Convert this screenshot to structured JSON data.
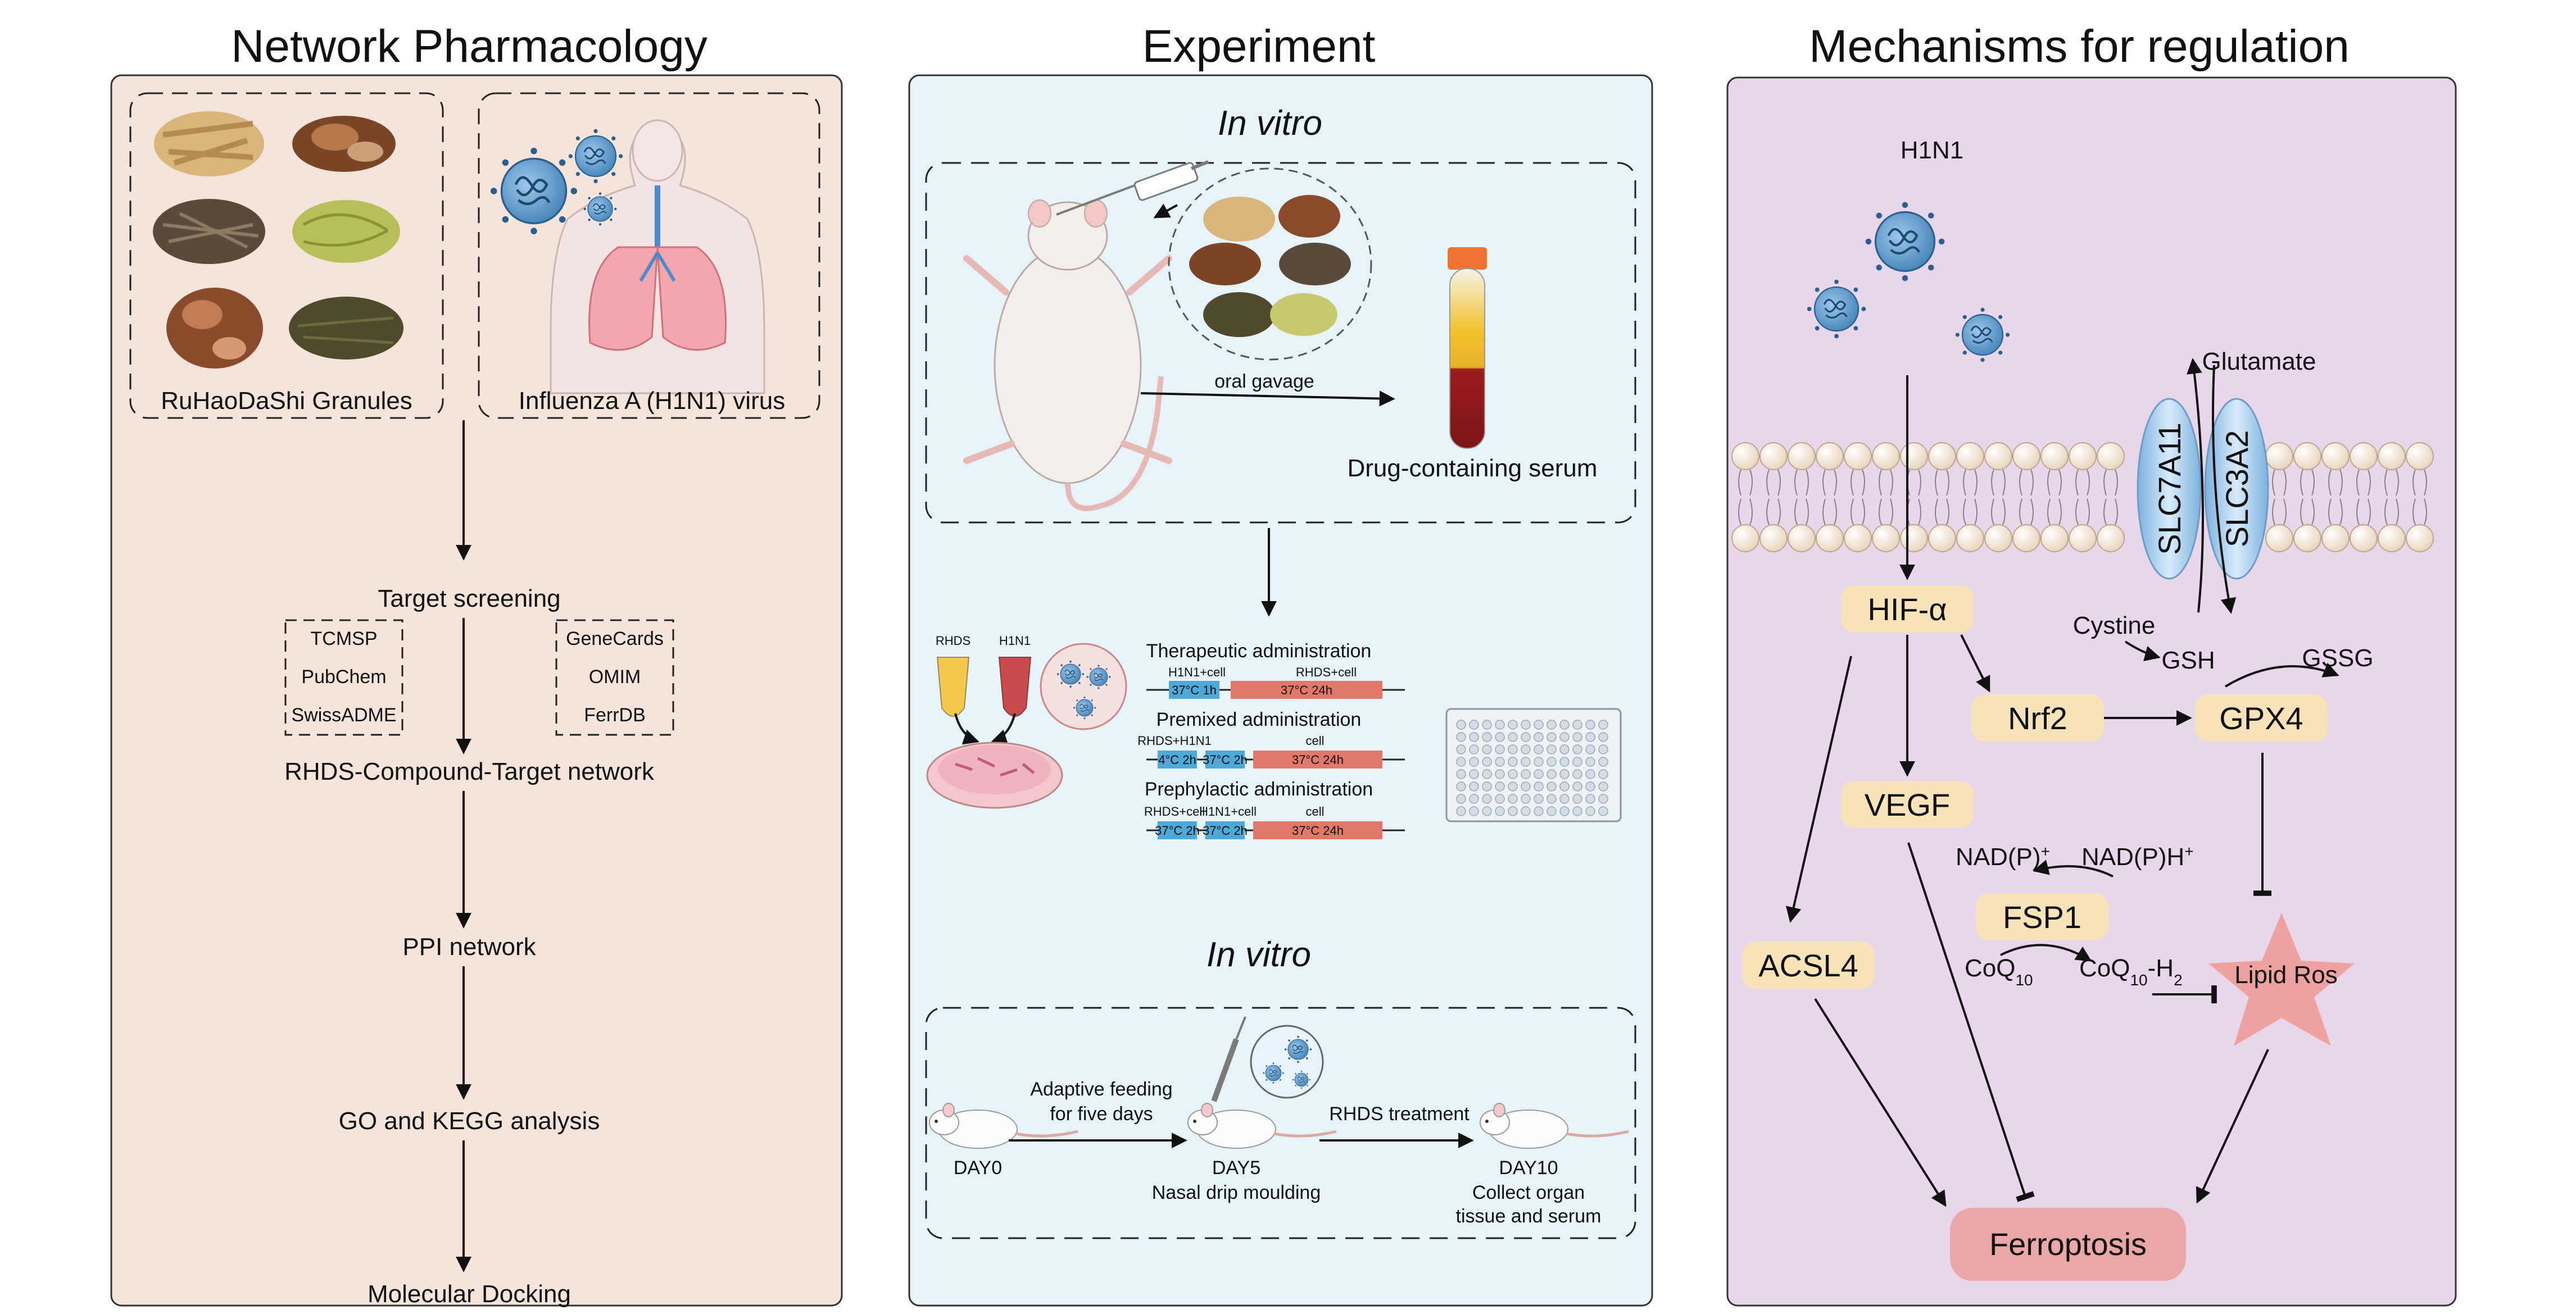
{
  "colors": {
    "panel_left": "#f4e4da",
    "panel_mid": "#e6f4fa",
    "panel_right": "#e8d6ea",
    "node_fill": "#f6e3b8",
    "ferroptosis_fill": "#e9a7a7",
    "lipid_ros": "#eda2a0",
    "timeline_blue": "#4fa9d8",
    "timeline_red": "#e1786a"
  },
  "panels": {
    "left": {
      "title": "Network Pharmacology",
      "granules_label": "RuHaoDaShi Granules",
      "virus_label": "Influenza A (H1N1) virus",
      "target_screening": "Target screening",
      "db_left": [
        "TCMSP",
        "PubChem",
        "SwissADME"
      ],
      "db_right": [
        "GeneCards",
        "OMIM",
        "FerrDB"
      ],
      "network": "RHDS-Compound-Target network",
      "ppi": "PPI network",
      "go_kegg": "GO and KEGG analysis",
      "docking": "Molecular Docking"
    },
    "middle": {
      "title": "Experiment",
      "section1": "In vitro",
      "oral_gavage": "oral gavage",
      "serum": "Drug-containing serum",
      "rhds_tube": "RHDS",
      "h1n1_tube": "H1N1",
      "therapeutic": "Therapeutic administration",
      "therapeutic_sub": [
        "H1N1+cell",
        "RHDS+cell"
      ],
      "therapeutic_bars": [
        "37°C 1h",
        "37°C 24h"
      ],
      "premixed": "Premixed administration",
      "premixed_sub": [
        "RHDS+H1N1",
        "cell"
      ],
      "premixed_bars": [
        "4°C 2h",
        "37°C 2h",
        "37°C 24h"
      ],
      "prophylactic": "Prephylactic administration",
      "prophylactic_sub": [
        "RHDS+cell",
        "H1N1+cell",
        "cell"
      ],
      "prophylactic_bars": [
        "37°C 2h",
        "37°C 2h",
        "37°C 24h"
      ],
      "section2": "In vitro",
      "adaptive": [
        "Adaptive feeding",
        "for five days"
      ],
      "day0": "DAY0",
      "day5": "DAY5",
      "day5_sub": "Nasal drip moulding",
      "rhds_treatment": "RHDS treatment",
      "day10": "DAY10",
      "day10_sub": [
        "Collect organ",
        "tissue and serum"
      ]
    },
    "right": {
      "title": "Mechanisms for regulation",
      "h1n1": "H1N1",
      "glutamate": "Glutamate",
      "slc7a11": "SLC7A11",
      "slc3a2": "SLC3A2",
      "cystine": "Cystine",
      "gsh": "GSH",
      "gssg": "GSSG",
      "hif": "HIF-α",
      "nrf2": "Nrf2",
      "gpx4": "GPX4",
      "vegf": "VEGF",
      "nadp": "NAD(P)",
      "nadp_sup": "+",
      "nadph": "NAD(P)H",
      "nadph_sup": "+",
      "fsp1": "FSP1",
      "coq": "CoQ",
      "coq_sub": "10",
      "coqh": "CoQ",
      "coqh_sub": "10",
      "coqh_suffix": "-H",
      "coqh_sub2": "2",
      "acsl4": "ACSL4",
      "lipid_ros": "Lipid Ros",
      "ferroptosis": "Ferroptosis"
    }
  }
}
